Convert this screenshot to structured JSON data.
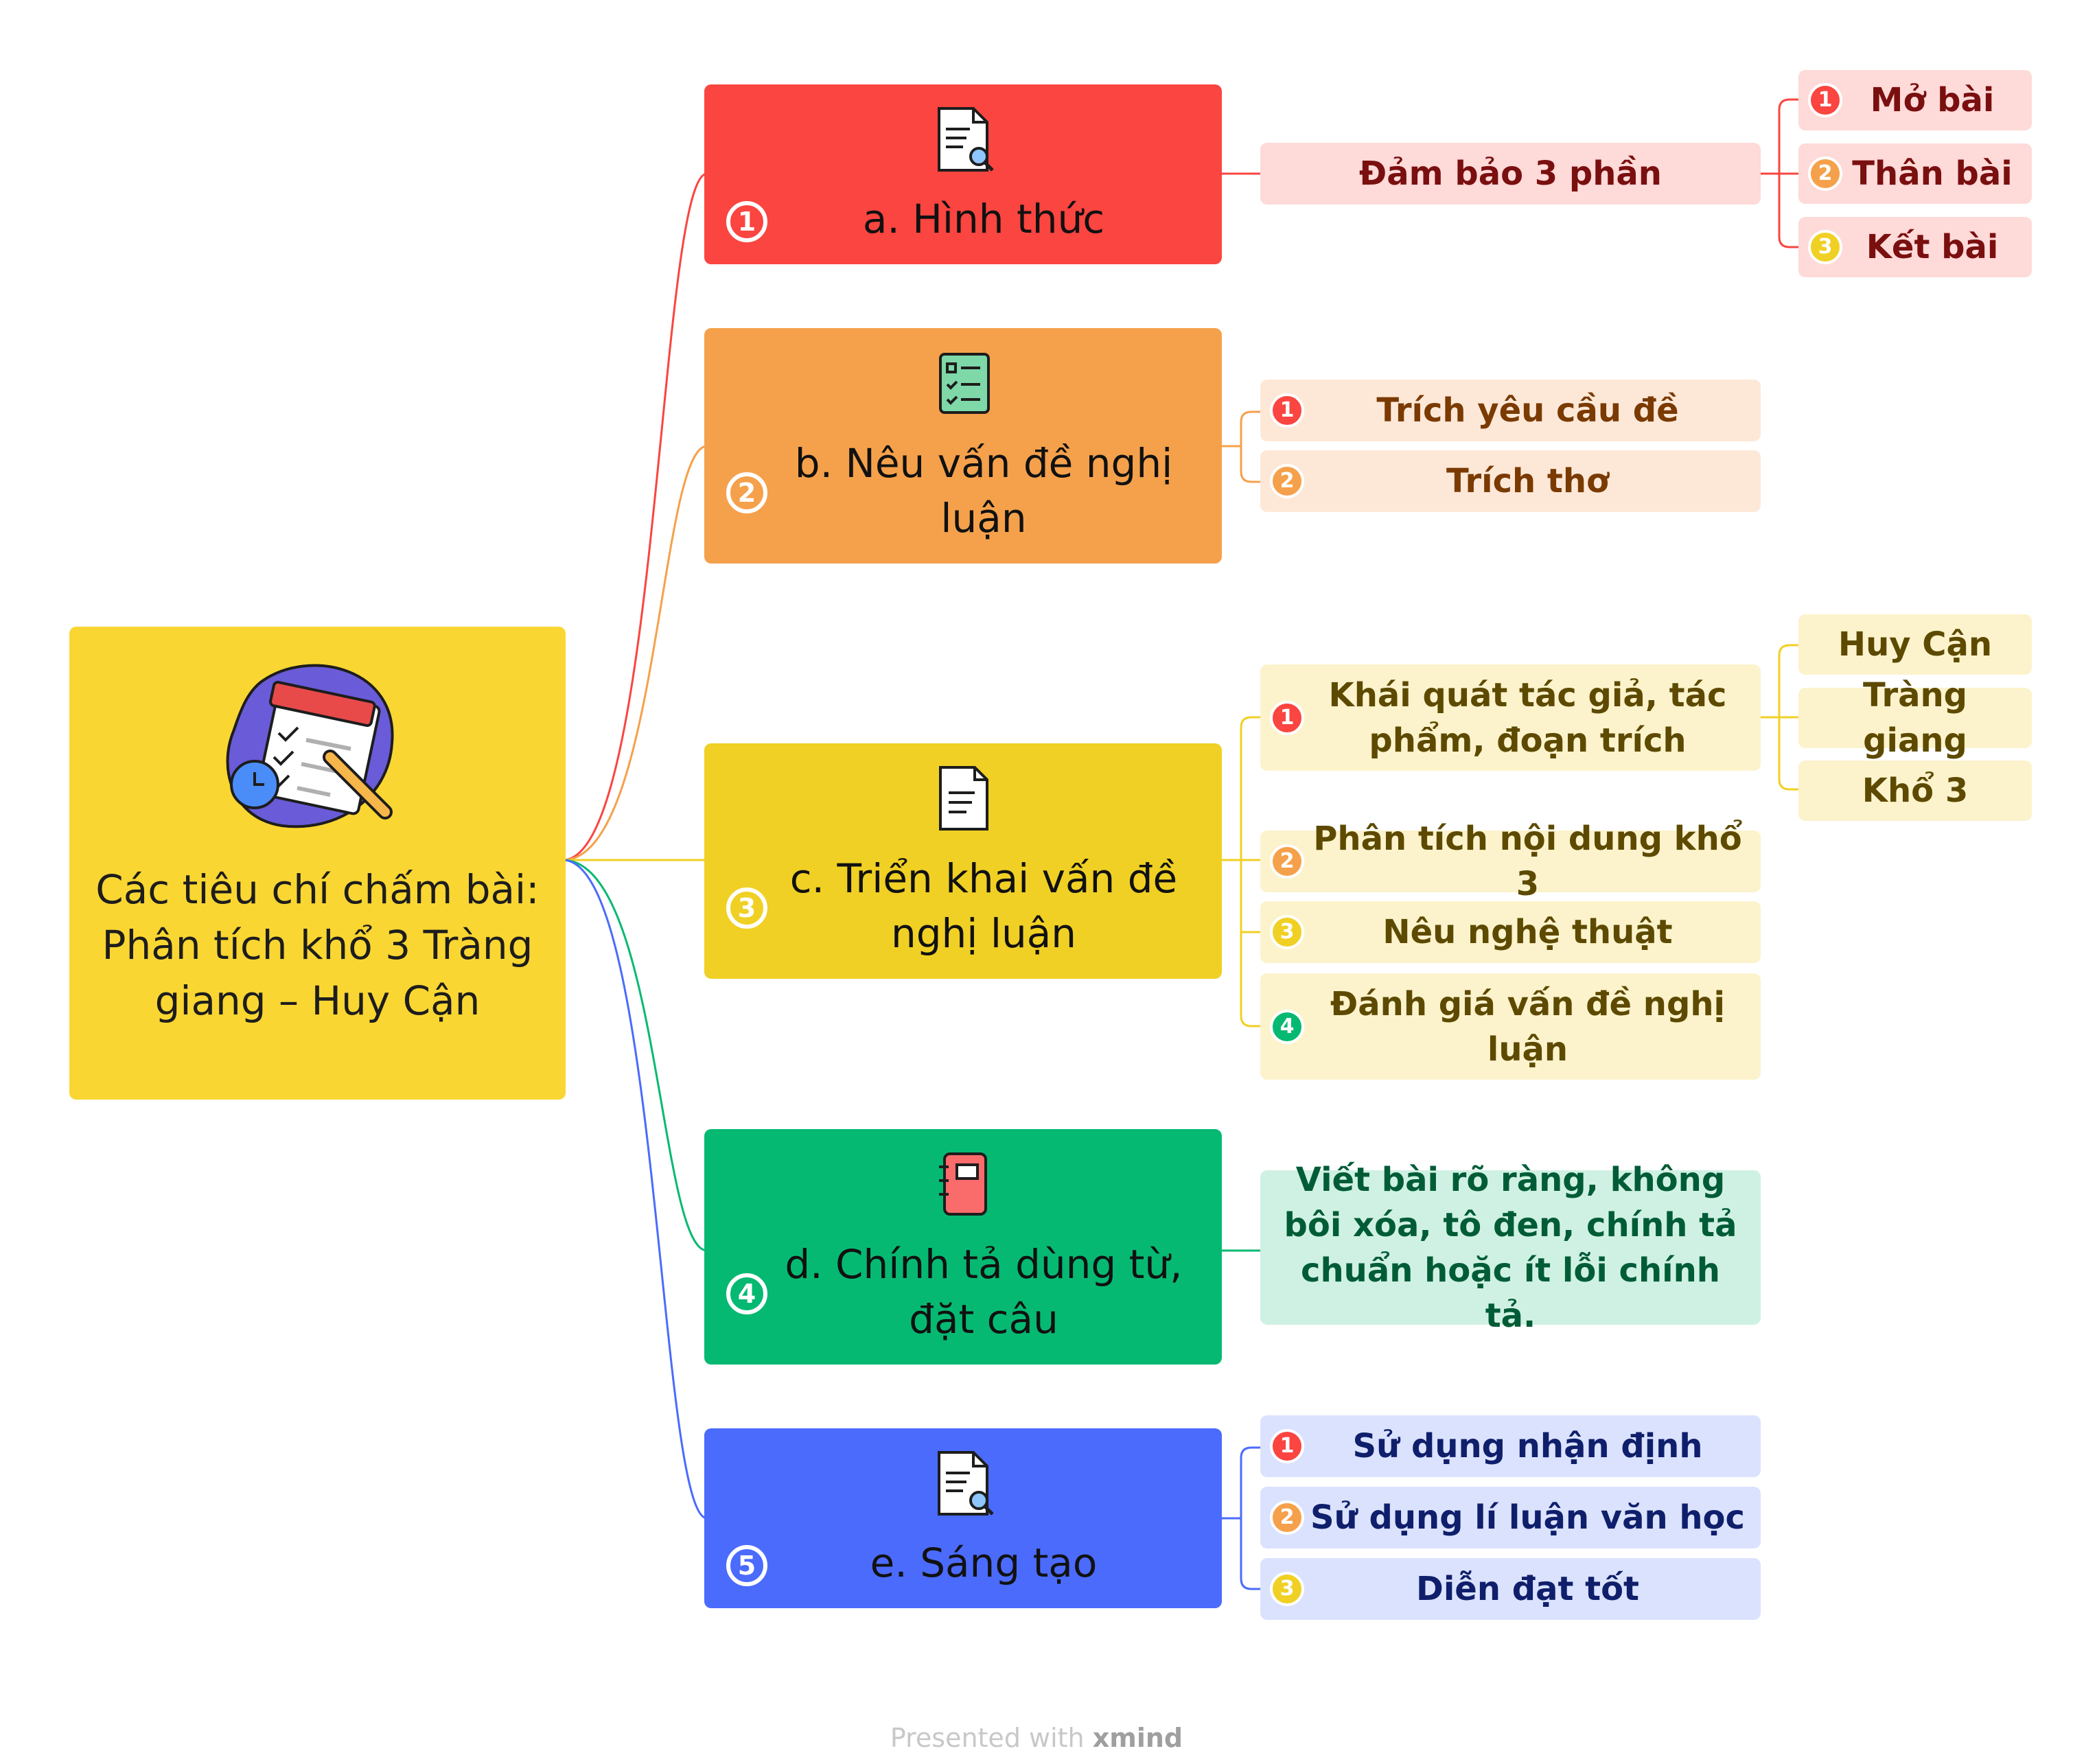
{
  "root": {
    "title": "Các tiêu chí chấm bài: Phân tích khổ 3 Tràng giang – Huy Cận",
    "icon": "calendar-checklist-icon"
  },
  "branches": [
    {
      "label": "a. Hình thức",
      "number": "1",
      "color": "#fa4540",
      "icon": "document-search-icon",
      "children": [
        {
          "label": "Đảm bảo 3 phần",
          "children": [
            "Mở bài",
            "Thân bài",
            "Kết bài"
          ]
        }
      ]
    },
    {
      "label": "b. Nêu vấn đề nghị luận",
      "number": "2",
      "color": "#f5a14b",
      "icon": "checklist-icon",
      "children": [
        {
          "label": "Trích yêu cầu đề"
        },
        {
          "label": "Trích thơ"
        }
      ]
    },
    {
      "label": "c. Triển khai vấn đề nghị luận",
      "number": "3",
      "color": "#f0d024",
      "icon": "document-icon",
      "children": [
        {
          "label": "Khái quát tác giả, tác phẩm, đoạn trích",
          "children": [
            "Huy Cận",
            "Tràng giang",
            "Khổ 3"
          ]
        },
        {
          "label": "Phân tích nội dung khổ 3"
        },
        {
          "label": "Nêu nghệ thuật"
        },
        {
          "label": "Đánh giá vấn đề nghị luận"
        }
      ]
    },
    {
      "label": "d. Chính tả dùng từ, đặt câu",
      "number": "4",
      "color": "#06b972",
      "icon": "notebook-icon",
      "children": [
        {
          "label": "Viết bài rõ ràng, không bôi xóa, tô đen, chính tả chuẩn hoặc ít lỗi chính tả."
        }
      ]
    },
    {
      "label": "e. Sáng tạo",
      "number": "5",
      "color": "#4b6bfd",
      "icon": "document-search-icon",
      "children": [
        {
          "label": "Sử dụng nhận định"
        },
        {
          "label": "Sử dụng lí luận văn học"
        },
        {
          "label": "Diễn đạt tốt"
        }
      ]
    }
  ],
  "badge_colors": [
    "#fa4540",
    "#f5a14b",
    "#f0d024",
    "#06b972"
  ],
  "footer": {
    "prefix": "Presented with",
    "brand": "xmind"
  }
}
